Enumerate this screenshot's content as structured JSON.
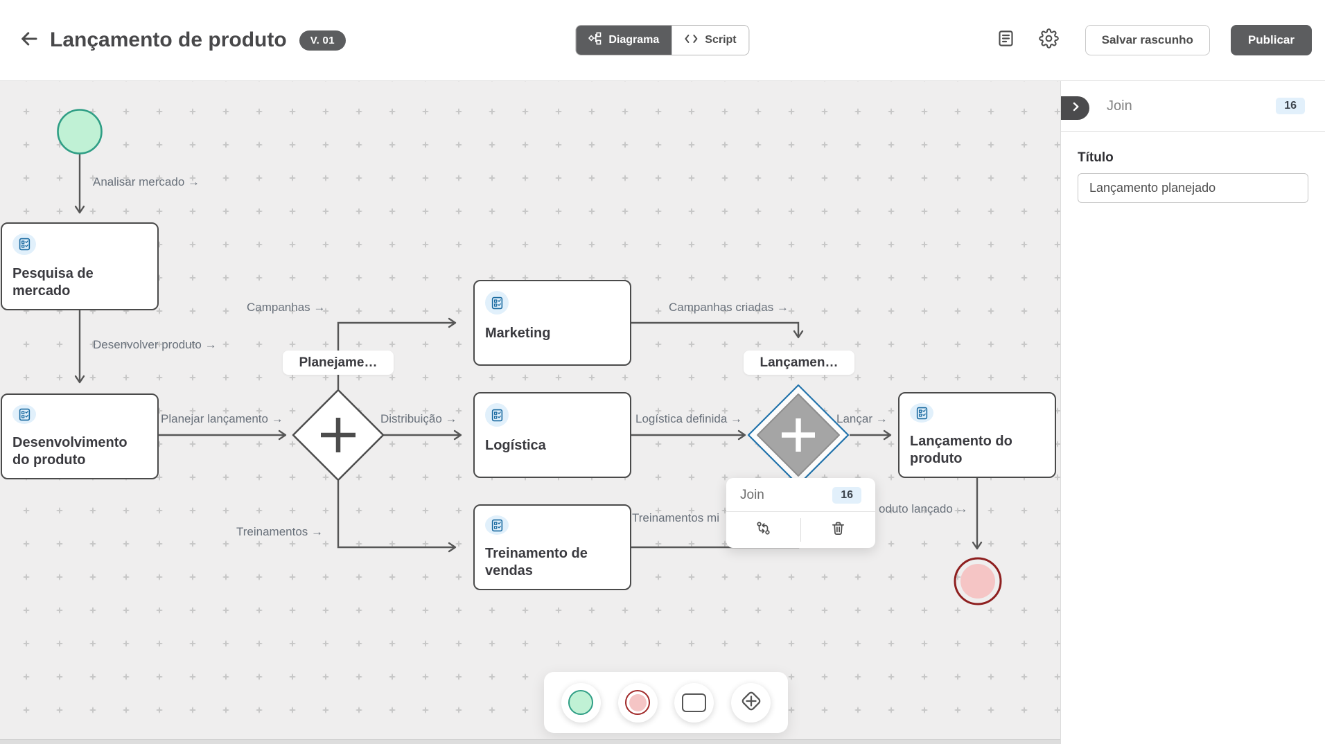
{
  "topbar": {
    "title": "Lançamento de produto",
    "version_badge": "V. 01",
    "diagram_tab": "Diagrama",
    "script_tab": "Script",
    "save_draft": "Salvar rascunho",
    "publish": "Publicar"
  },
  "panel": {
    "header": "Join",
    "count_badge": "16",
    "field_label": "Título",
    "field_value": "Lançamento planejado"
  },
  "popup": {
    "title": "Join",
    "count_badge": "16"
  },
  "canvas": {
    "nodes": [
      {
        "label": "Pesquisa de mercado"
      },
      {
        "label": "Desenvolvimento do produto"
      },
      {
        "label": "Marketing"
      },
      {
        "label": "Logística"
      },
      {
        "label": "Treinamento de vendas"
      },
      {
        "label": "Lançamento do produto"
      }
    ],
    "gateway_labels": [
      {
        "label": "Planejame…"
      },
      {
        "label": "Lançamen…"
      }
    ],
    "edge_labels": [
      {
        "label": "Analisar mercado →"
      },
      {
        "label": "Desenvolver produto →"
      },
      {
        "label": "Planejar lançamento →"
      },
      {
        "label": "Campanhas →"
      },
      {
        "label": "Distribuição →"
      },
      {
        "label": "Treinamentos →"
      },
      {
        "label": "Campanhas criadas →"
      },
      {
        "label": "Logística definida →"
      },
      {
        "label": "Lançar →"
      },
      {
        "label": "Treinamentos mi"
      },
      {
        "label": "oduto lançado →"
      }
    ],
    "colors": {
      "selection_blue": "#2273ab",
      "start_fill": "#c0f1d5",
      "start_stroke": "#2f9e85",
      "end_stroke": "#8e1f1f",
      "end_fill": "#f5c5c5",
      "node_border": "#4a4a4a",
      "edge": "#565656",
      "task_icon_blue": "#17689f",
      "badge_bg": "#e2f0fb"
    }
  },
  "shape_toolbar": {
    "tools": [
      {
        "name": "start-event"
      },
      {
        "name": "end-event"
      },
      {
        "name": "task"
      },
      {
        "name": "gateway"
      }
    ]
  }
}
